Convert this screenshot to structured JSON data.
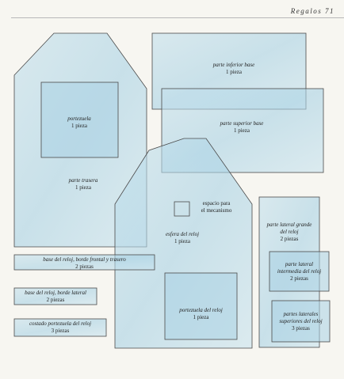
{
  "header": {
    "text": "Regalos 71"
  },
  "pieces": {
    "parte_trasera": {
      "name": "parte trasera",
      "count": "1 pieza"
    },
    "portezuela": {
      "name": "portezuela",
      "count": "1 pieza"
    },
    "parte_inferior_base": {
      "name": "parte inferior base",
      "count": "1 pieza"
    },
    "parte_superior_base": {
      "name": "parte superior base",
      "count": "1 pieza"
    },
    "espacio_mecanismo": {
      "line1": "espacio para",
      "line2": "el mecanismo"
    },
    "esfera_reloj": {
      "name": "esfera del reloj",
      "count": "1 pieza"
    },
    "portezuela_reloj": {
      "name": "portezuela del reloj",
      "count": "1 pieza"
    },
    "base_frontal_trasero": {
      "name": "base del reloj, borde frontal y trasero",
      "count": "2 piezas"
    },
    "base_lateral": {
      "name": "base del reloj, borde lateral",
      "count": "2 piezas"
    },
    "costado_portezuela": {
      "name": "costado portezuela del reloj",
      "count": "3 piezas"
    },
    "lateral_grande": {
      "line1": "parte lateral grande",
      "line2": "del reloj",
      "count": "2 piezas"
    },
    "lateral_intermedia": {
      "line1": "parte lateral",
      "line2": "intermedia del reloj",
      "count": "2 piezas"
    },
    "laterales_superiores": {
      "line1": "partes laterales",
      "line2": "superiores del reloj",
      "count": "3 piezas"
    }
  }
}
